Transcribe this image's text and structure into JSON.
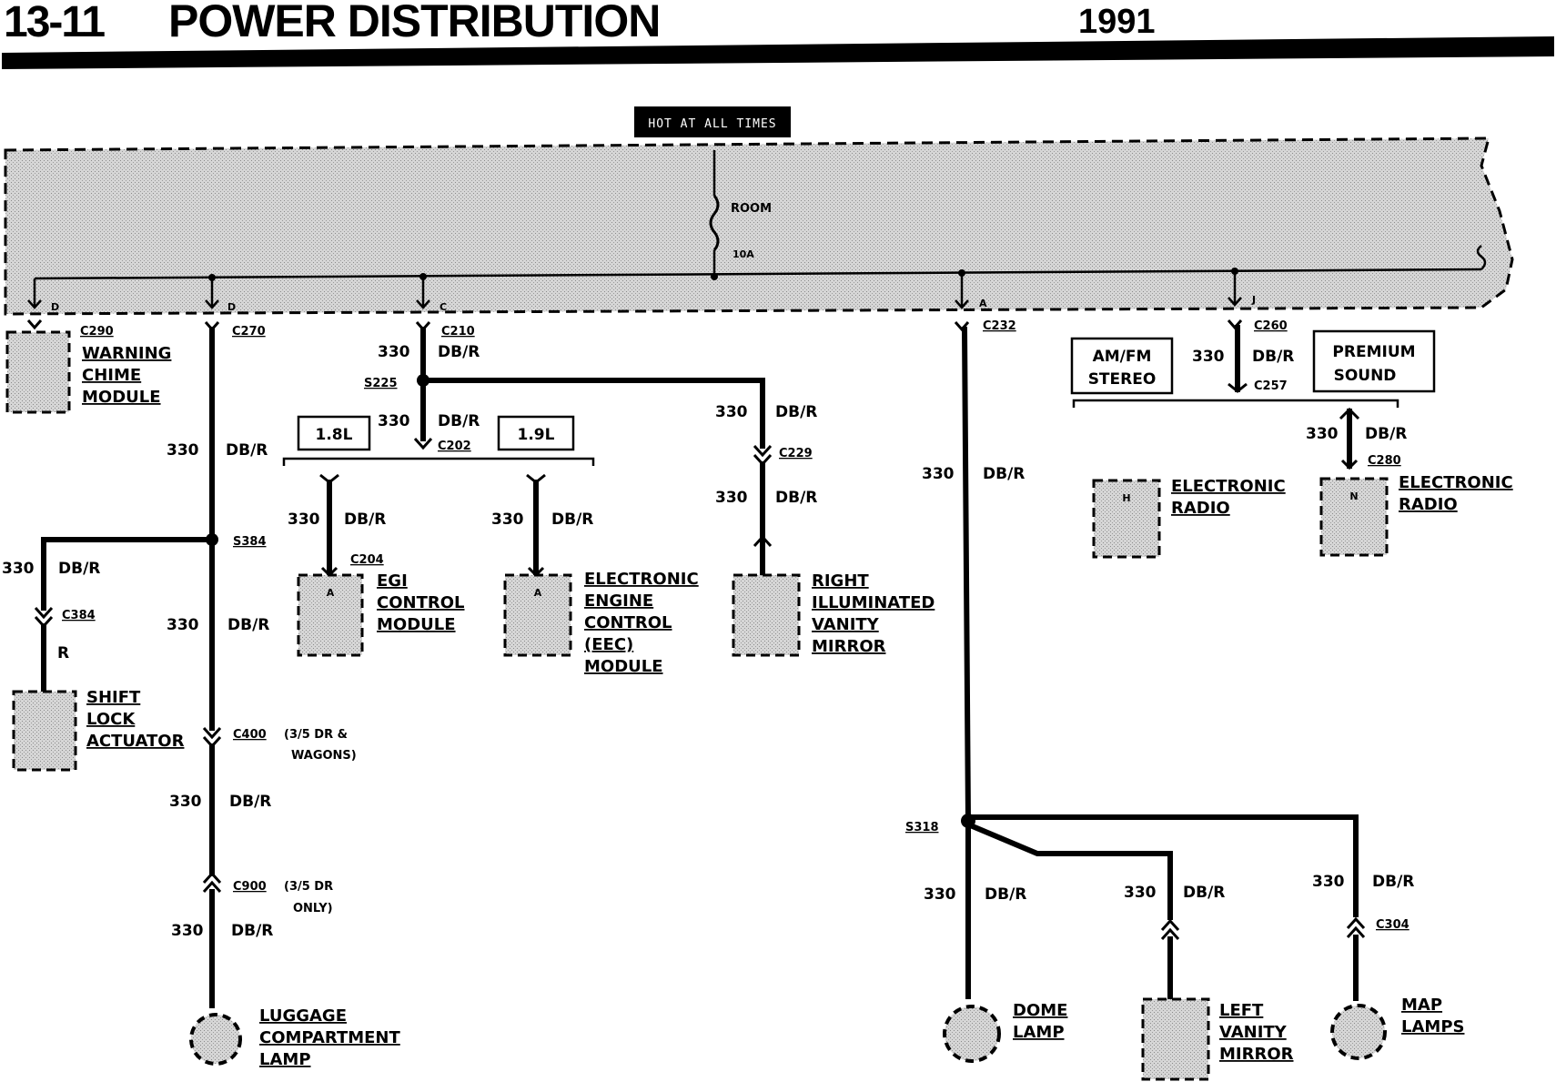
{
  "header": {
    "page_number": "13-11",
    "title": "POWER DISTRIBUTION",
    "year": "1991"
  },
  "fuse_panel": {
    "hot_label": "HOT AT ALL TIMES",
    "fuse_name": "ROOM",
    "fuse_rating": "10A",
    "pins": [
      "D",
      "D",
      "C",
      "A",
      "J"
    ]
  },
  "circuit": {
    "number": "330",
    "color": "DB/R",
    "color_r": "R"
  },
  "connectors": {
    "c290": "C290",
    "c270": "C270",
    "c210": "C210",
    "c202": "C202",
    "c204": "C204",
    "c229": "C229",
    "c232": "C232",
    "c260": "C260",
    "c257": "C257",
    "c280": "C280",
    "c384": "C384",
    "c400": "C400",
    "c900": "C900",
    "c304": "C304"
  },
  "splices": {
    "s225": "S225",
    "s384": "S384",
    "s318": "S318"
  },
  "engine_options": {
    "left": "1.8L",
    "right": "1.9L"
  },
  "radio_options": {
    "left_line1": "AM/FM",
    "left_line2": "STEREO",
    "right_line1": "PREMIUM",
    "right_line2": "SOUND"
  },
  "notes": {
    "c400_line1": "(3/5 DR &",
    "c400_line2": "WAGONS)",
    "c900_line1": "(3/5 DR",
    "c900_line2": "ONLY)"
  },
  "component_pins": {
    "egi": "A",
    "eec": "A",
    "radio_h": "H",
    "radio_n": "N"
  },
  "components": {
    "warning_chime": [
      "WARNING",
      "CHIME",
      "MODULE"
    ],
    "egi": [
      "EGI",
      "CONTROL",
      "MODULE"
    ],
    "eec": [
      "ELECTRONIC",
      "ENGINE",
      "CONTROL",
      "(EEC)",
      "MODULE"
    ],
    "vanity_right": [
      "RIGHT",
      "ILLUMINATED",
      "VANITY",
      "MIRROR"
    ],
    "radio_h": [
      "ELECTRONIC",
      "RADIO"
    ],
    "radio_n": [
      "ELECTRONIC",
      "RADIO"
    ],
    "shift_lock": [
      "SHIFT",
      "LOCK",
      "ACTUATOR"
    ],
    "luggage": [
      "LUGGAGE",
      "COMPARTMENT",
      "LAMP"
    ],
    "dome": [
      "DOME",
      "LAMP"
    ],
    "vanity_left": [
      "LEFT",
      "VANITY",
      "MIRROR"
    ],
    "map": [
      "MAP",
      "LAMPS"
    ]
  }
}
